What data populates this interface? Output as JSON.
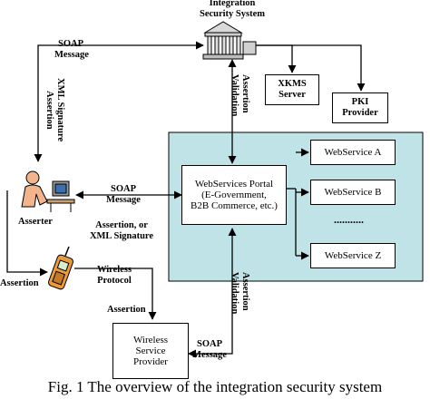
{
  "colors": {
    "panel_fill": "#bfe3e6",
    "line": "#000000"
  },
  "nodes": {
    "integration": [
      "Integration",
      "Security System"
    ],
    "xkms": [
      "XKMS",
      "Server"
    ],
    "pki": [
      "PKI",
      "Provider"
    ],
    "portal": [
      "WebServices Portal",
      "(E-Government,",
      "B2B Commerce, etc.)"
    ],
    "services": [
      "WebService A",
      "WebService B",
      "WebService Z"
    ],
    "ellipsis": "...........",
    "asserter": "Asserter",
    "wireless_provider": [
      "Wireless",
      "Service",
      "Provider"
    ]
  },
  "edge_labels": {
    "soap_message_top": [
      "SOAP",
      "Message"
    ],
    "xml_sig_assertion": [
      "XML Signature",
      "Assertion"
    ],
    "assertion_validation_top": [
      "Assertion",
      "Validation"
    ],
    "soap_message_mid": [
      "SOAP",
      "Message"
    ],
    "assertion_or_xml": [
      "Assertion, or",
      "XML Signature"
    ],
    "assertion_left": "Assertion",
    "wireless_protocol": [
      "Wireless",
      "Protocol"
    ],
    "assertion_mid": "Assertion",
    "assertion_validation_bottom": [
      "Assertion",
      "Validation"
    ],
    "soap_message_bottom": [
      "SOAP",
      "Message"
    ]
  },
  "caption": "Fig. 1 The overview of the integration security system"
}
